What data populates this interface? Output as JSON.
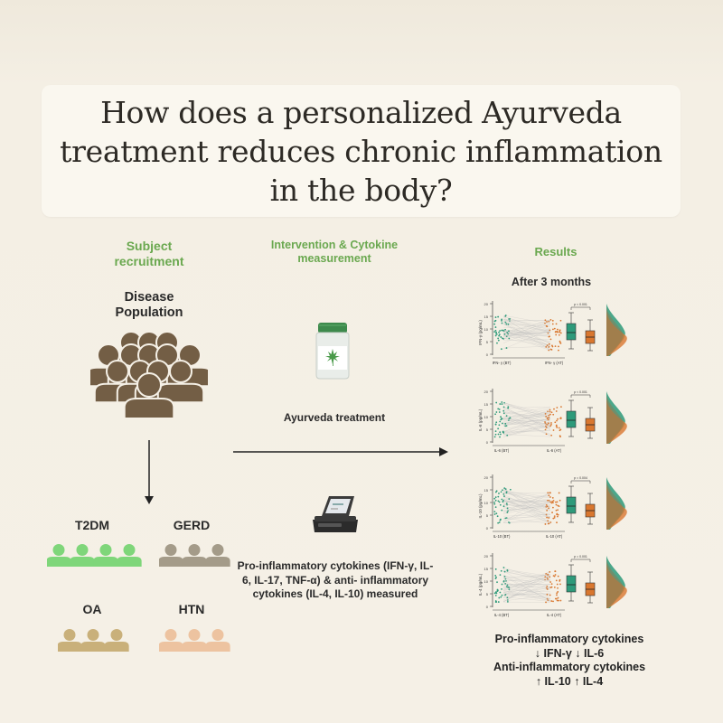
{
  "title": "How does a personalized Ayurveda treatment reduces chronic inflammation in the body?",
  "sections": {
    "recruitment": "Subject recruitment",
    "intervention": "Intervention & Cytokine measurement",
    "results": "Results"
  },
  "recruitment": {
    "population_label": "Disease Population",
    "groups": [
      {
        "name": "T2DM",
        "color": "#7fd67a"
      },
      {
        "name": "GERD",
        "color": "#a49b89"
      },
      {
        "name": "OA",
        "color": "#c9b07a"
      },
      {
        "name": "HTN",
        "color": "#edc3a0"
      }
    ],
    "population_color": "#735e45"
  },
  "intervention": {
    "treatment_label": "Ayurveda treatment",
    "measurement_label": "Pro-inflammatory cytokines (IFN-γ, IL-6, IL-17, TNF-α) & anti- inflammatory cytokines (IL-4, IL-10) measured"
  },
  "results": {
    "after_label": "After 3 months",
    "panels": [
      {
        "ylabel": "IFN-γ (pg/mL)",
        "x_before": "IFN- γ (BT)",
        "x_after": "IFN- γ (AT)",
        "pval": "p < 0.001"
      },
      {
        "ylabel": "IL-6 (pg/mL)",
        "x_before": "IL-6 (BT)",
        "x_after": "IL-6 (AT)",
        "pval": "p < 0.001"
      },
      {
        "ylabel": "IL-10 (pg/mL)",
        "x_before": "IL-10 (BT)",
        "x_after": "IL-10 (AT)",
        "pval": "p = 0.004"
      },
      {
        "ylabel": "IL-4 (pg/mL)",
        "x_before": "IL-4 (BT)",
        "x_after": "IL-4 (AT)",
        "pval": "p = 0.001"
      }
    ],
    "summary": [
      "Pro-inflammatory cytokines",
      "↓ IFN-γ ↓ IL-6",
      "Anti-inflammatory cytokines",
      "↑ IL-10 ↑ IL-4"
    ],
    "colors": {
      "before": "#2e9a7a",
      "after": "#d9772f"
    }
  }
}
